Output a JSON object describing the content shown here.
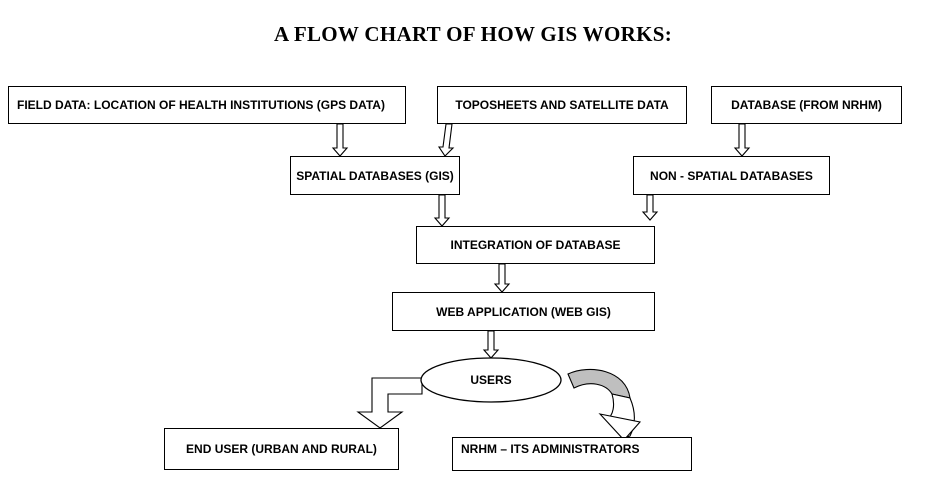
{
  "title": "A FLOW CHART OF HOW GIS WORKS:",
  "nodes": {
    "field_data": "FIELD DATA: LOCATION OF HEALTH INSTITUTIONS (GPS DATA)",
    "toposheets": "TOPOSHEETS AND SATELLITE DATA",
    "database_nrhm": "DATABASE (FROM NRHM)",
    "spatial_db": "SPATIAL DATABASES (GIS)",
    "non_spatial_db": "NON - SPATIAL DATABASES",
    "integration": "INTEGRATION OF DATABASE",
    "web_app": "WEB APPLICATION (WEB GIS)",
    "users": "USERS",
    "end_user": "END USER (URBAN AND RURAL)",
    "nrhm_admins": "NRHM – ITS ADMINISTRATORS"
  },
  "colors": {
    "line": "#000000",
    "curved_arrow_fill": "#bfbfbf"
  }
}
